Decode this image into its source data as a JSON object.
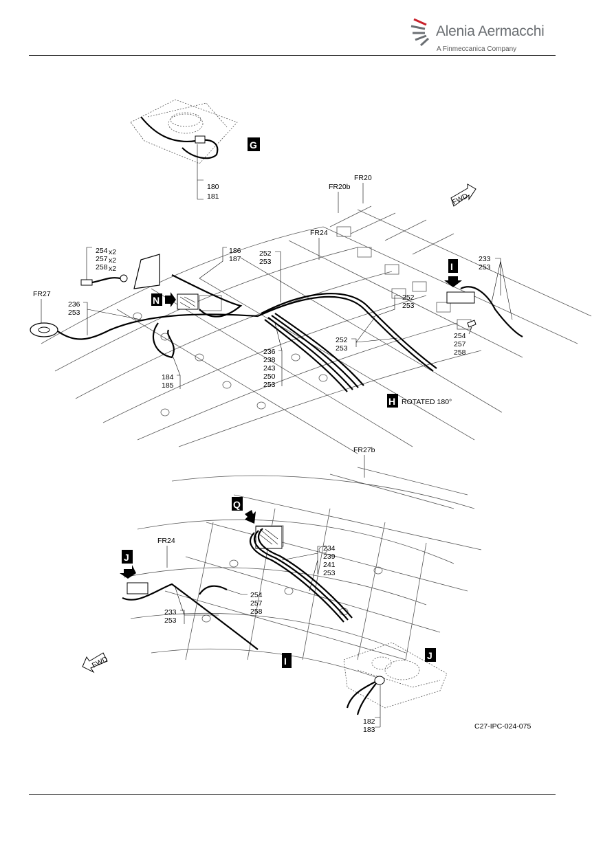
{
  "header": {
    "logo_name": "Alenia Aermacchi",
    "logo_sub": "A Finmeccanica Company"
  },
  "views": {
    "g": "G",
    "h": "H",
    "h_note": "ROTATED 180°",
    "i_marker": "I",
    "i_view": "I",
    "j_marker": "J",
    "j_view": "J",
    "n": "N",
    "q": "Q"
  },
  "frames": {
    "fr20": "FR20",
    "fr20b": "FR20b",
    "fr24_top": "FR24",
    "fr27": "FR27",
    "fr27b": "FR27b",
    "fr24_bottom": "FR24"
  },
  "fwd": {
    "top": "FWD",
    "bottom": "FWD"
  },
  "callouts": {
    "g_180": "180",
    "g_181": "181",
    "c254x2": "254",
    "x2a": "x2",
    "c257x2": "257",
    "x2b": "x2",
    "c258x2": "258",
    "x2c": "x2",
    "c186": "186",
    "c187": "187",
    "c252a": "252",
    "c253a": "253",
    "c233a": "233",
    "c253b": "253",
    "c236a": "236",
    "c253c": "253",
    "c252b": "252",
    "c253d": "253",
    "c252c": "252",
    "c253e": "253",
    "c254a": "254",
    "c257a": "257",
    "c258a": "258",
    "c236b": "236",
    "c238": "238",
    "c243": "243",
    "c250": "250",
    "c253f": "253",
    "c184": "184",
    "c185": "185",
    "c234": "234",
    "c239": "239",
    "c241": "241",
    "c253g": "253",
    "c254b": "254",
    "c257b": "257",
    "c258b": "258",
    "c233b": "233",
    "c253h": "253",
    "c182": "182",
    "c183": "183"
  },
  "figure_id": "C27-IPC-024-075",
  "colors": {
    "logo_grey": "#6b6f73",
    "logo_red": "#c8202a",
    "line": "#000000",
    "structure": "#555555"
  }
}
